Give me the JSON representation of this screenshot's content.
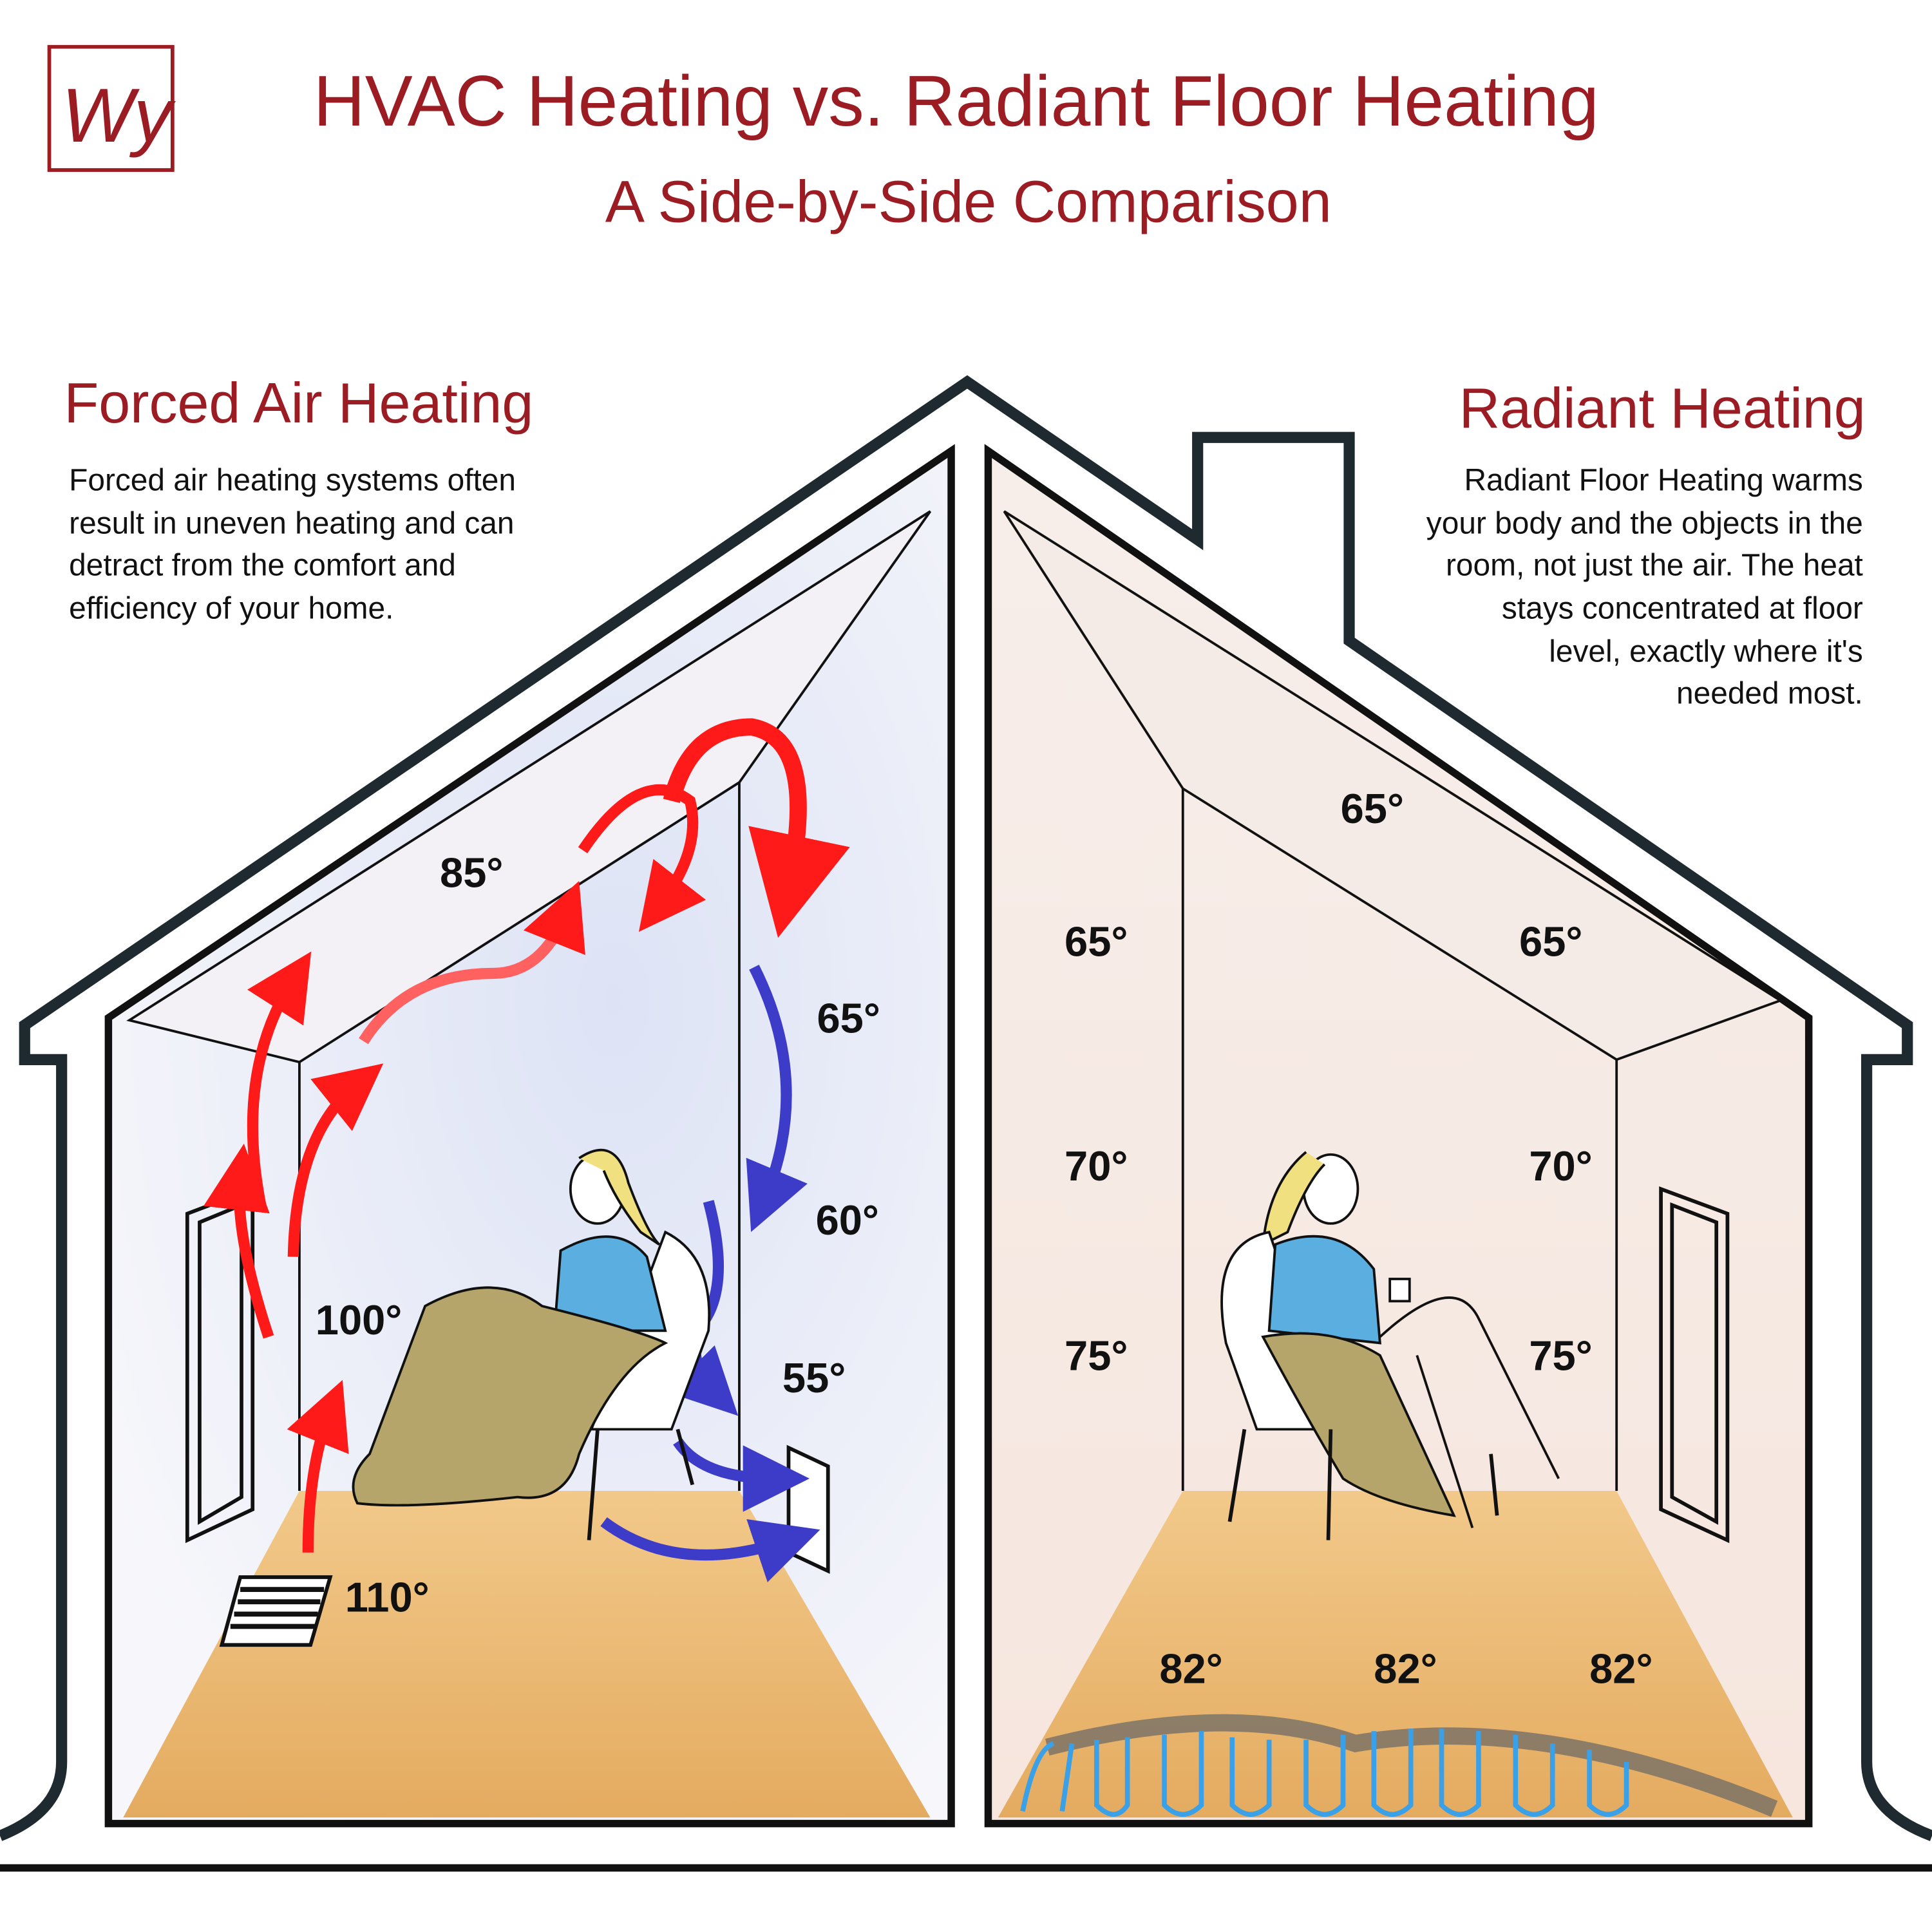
{
  "header": {
    "logo_letters": "Wy",
    "title": "HVAC Heating vs. Radiant Floor Heating",
    "subtitle": "A Side-by-Side Comparison"
  },
  "colors": {
    "accent": "#9b1c22",
    "outline": "#1e2a30",
    "hot_arrow": "#ff1a1a",
    "cold_arrow": "#3c3cc8",
    "floor": "#e8b873",
    "pipe": "#3aa0e8"
  },
  "forced_air": {
    "heading": "Forced Air Heating",
    "description_lines": [
      "Forced air heating systems often",
      "result in uneven heating and can",
      "detract from the comfort and",
      "efficiency of your home."
    ],
    "temps": {
      "ceiling": "85°",
      "upper_right": "65°",
      "mid_right": "60°",
      "low_right": "55°",
      "left_wall": "100°",
      "floor_vent": "110°"
    }
  },
  "radiant": {
    "heading": "Radiant Heating",
    "description_lines": [
      "Radiant Floor Heating warms",
      "your body and the objects in the",
      "room, not just the air. The heat",
      "stays concentrated at floor",
      "level, exactly where it's",
      "needed most."
    ],
    "temps": {
      "ceiling": "65°",
      "upper_left": "65°",
      "upper_right": "65°",
      "mid_left": "70°",
      "mid_right": "70°",
      "low_left": "75°",
      "low_right": "75°",
      "floor_1": "82°",
      "floor_2": "82°",
      "floor_3": "82°"
    }
  }
}
